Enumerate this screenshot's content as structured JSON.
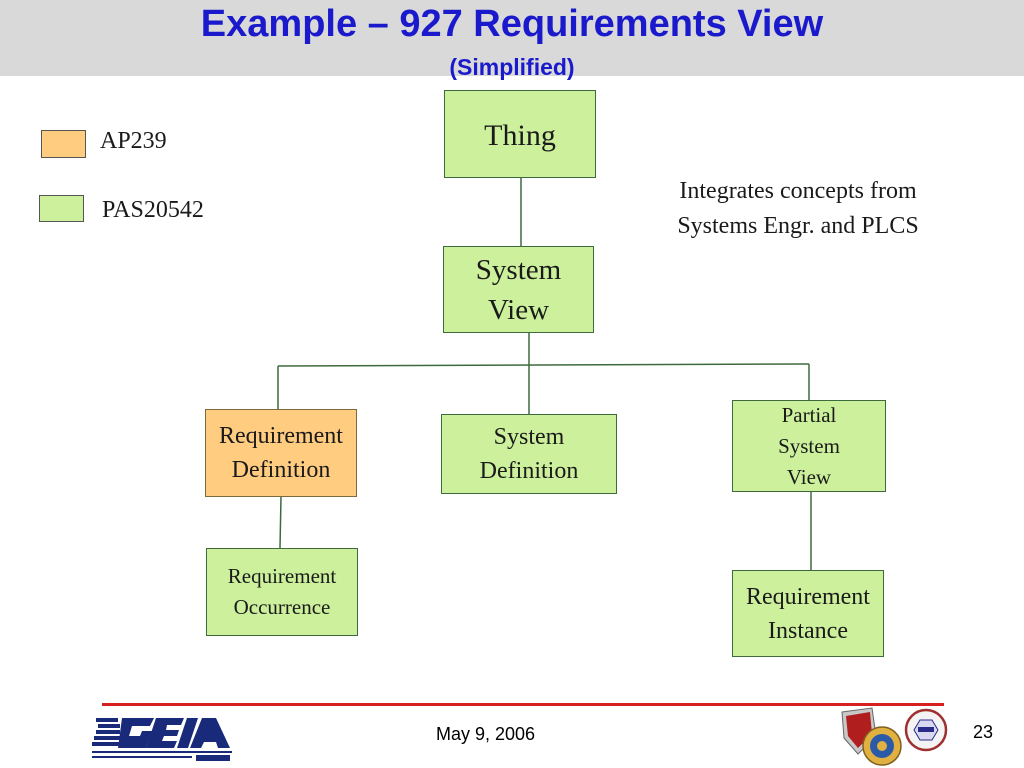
{
  "title": "Example – 927 Requirements View",
  "subtitle": "(Simplified)",
  "legend": [
    {
      "label": "AP239",
      "color": "#ffcc80"
    },
    {
      "label": "PAS20542",
      "color": "#ccf09c"
    }
  ],
  "note": "Integrates concepts from\nSystems Engr. and PLCS",
  "nodes": {
    "thing": "Thing",
    "system_view": "System\nView",
    "requirement_definition": "Requirement\nDefinition",
    "system_definition": "System\nDefinition",
    "partial_system_view": "Partial\nSystem\nView",
    "requirement_occurrence": "Requirement\nOccurrence",
    "requirement_instance": "Requirement\nInstance"
  },
  "footer": {
    "date": "May 9, 2006",
    "page": "23"
  }
}
